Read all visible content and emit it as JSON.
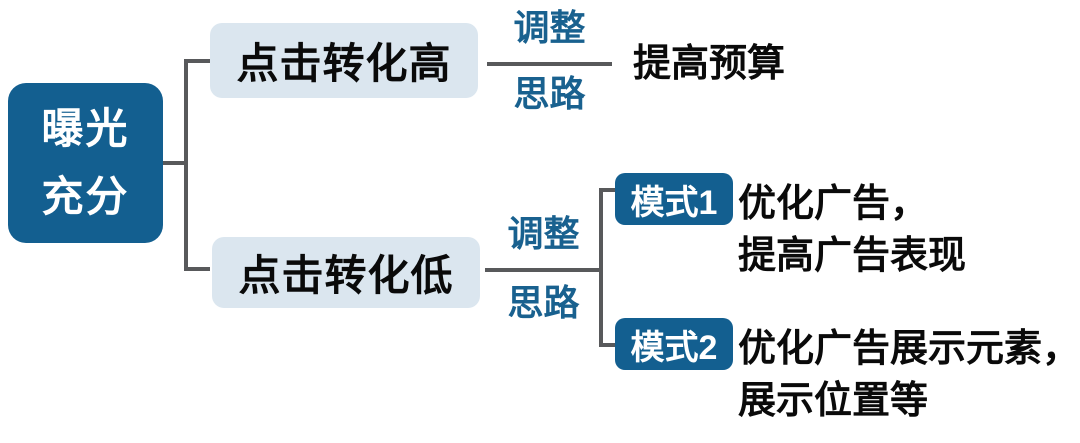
{
  "diagram": {
    "root": {
      "line1": "曝光",
      "line2": "充分"
    },
    "branches": [
      {
        "condition": "点击转化高",
        "connector": {
          "top": "调整",
          "bottom": "思路"
        },
        "action": "提高预算"
      },
      {
        "condition": "点击转化低",
        "connector": {
          "top": "调整",
          "bottom": "思路"
        },
        "modes": [
          {
            "tag": "模式1",
            "line1": "优化广告，",
            "line2": "提高广告表现"
          },
          {
            "tag": "模式2",
            "line1": "优化广告展示元素，",
            "line2": "展示位置等"
          }
        ]
      }
    ],
    "colors": {
      "node_dark_blue": "#135f90",
      "node_light_blue": "#dbe6ef",
      "connector_gray": "#58595b",
      "label_blue": "#19618f",
      "text_black": "#0a0a0a",
      "background": "#ffffff"
    }
  }
}
